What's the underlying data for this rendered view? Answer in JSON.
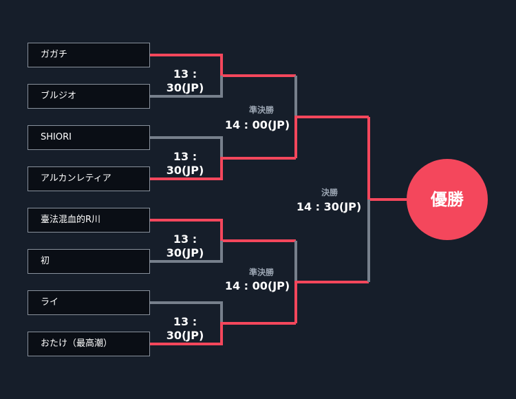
{
  "colors": {
    "background": "#161e2a",
    "winner_line": "#f4475c",
    "loser_line": "#77808c",
    "champion": "#f4475c"
  },
  "teams": [
    "ガガチ",
    "ブルジオ",
    "SHIORI",
    "アルカンレティア",
    "臺法混血的R川",
    "初",
    "ライ",
    "おたけ（最高潮）"
  ],
  "round1": [
    {
      "time": "13 : 30(JP)",
      "winner": 0
    },
    {
      "time": "13 : 30(JP)",
      "winner": 1
    },
    {
      "time": "13 : 30(JP)",
      "winner": 0
    },
    {
      "time": "13 : 30(JP)",
      "winner": 1
    }
  ],
  "semifinals": [
    {
      "label": "準決勝",
      "time": "14 : 00(JP)",
      "winner": 1
    },
    {
      "label": "準決勝",
      "time": "14 : 00(JP)",
      "winner": 1
    }
  ],
  "final": {
    "label": "決勝",
    "time": "14 : 30(JP)"
  },
  "champion": {
    "label": "優勝"
  }
}
